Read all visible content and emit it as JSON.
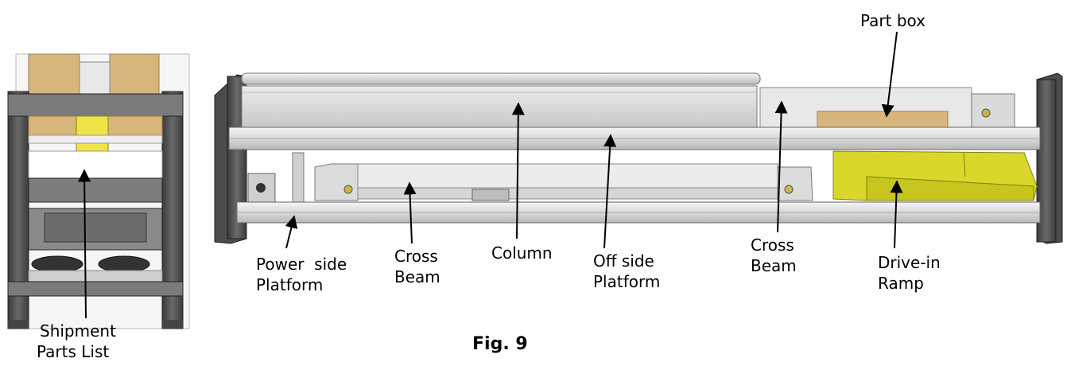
{
  "figure": {
    "caption": "Fig. 9",
    "labels": {
      "part_box": "Part box",
      "power_side_platform_1": "Power  side",
      "power_side_platform_2": "Platform",
      "cross_beam_left_1": "Cross",
      "cross_beam_left_2": "Beam",
      "column": "Column",
      "off_side_platform_1": "Off side",
      "off_side_platform_2": "Platform",
      "cross_beam_right_1": "Cross",
      "cross_beam_right_2": "Beam",
      "drive_in_ramp_1": "Drive-in",
      "drive_in_ramp_2": "Ramp",
      "shipment_parts_list_1": "Shipment",
      "shipment_parts_list_2": "Parts List"
    }
  },
  "colors": {
    "frame_dark": "#4a4a4a",
    "steel_light": "#e4e4e4",
    "steel_mid": "#cfcfcf",
    "steel_dark": "#9a9a9a",
    "ramp_yellow": "#d9d82a",
    "box_tan": "#d8b57a"
  }
}
